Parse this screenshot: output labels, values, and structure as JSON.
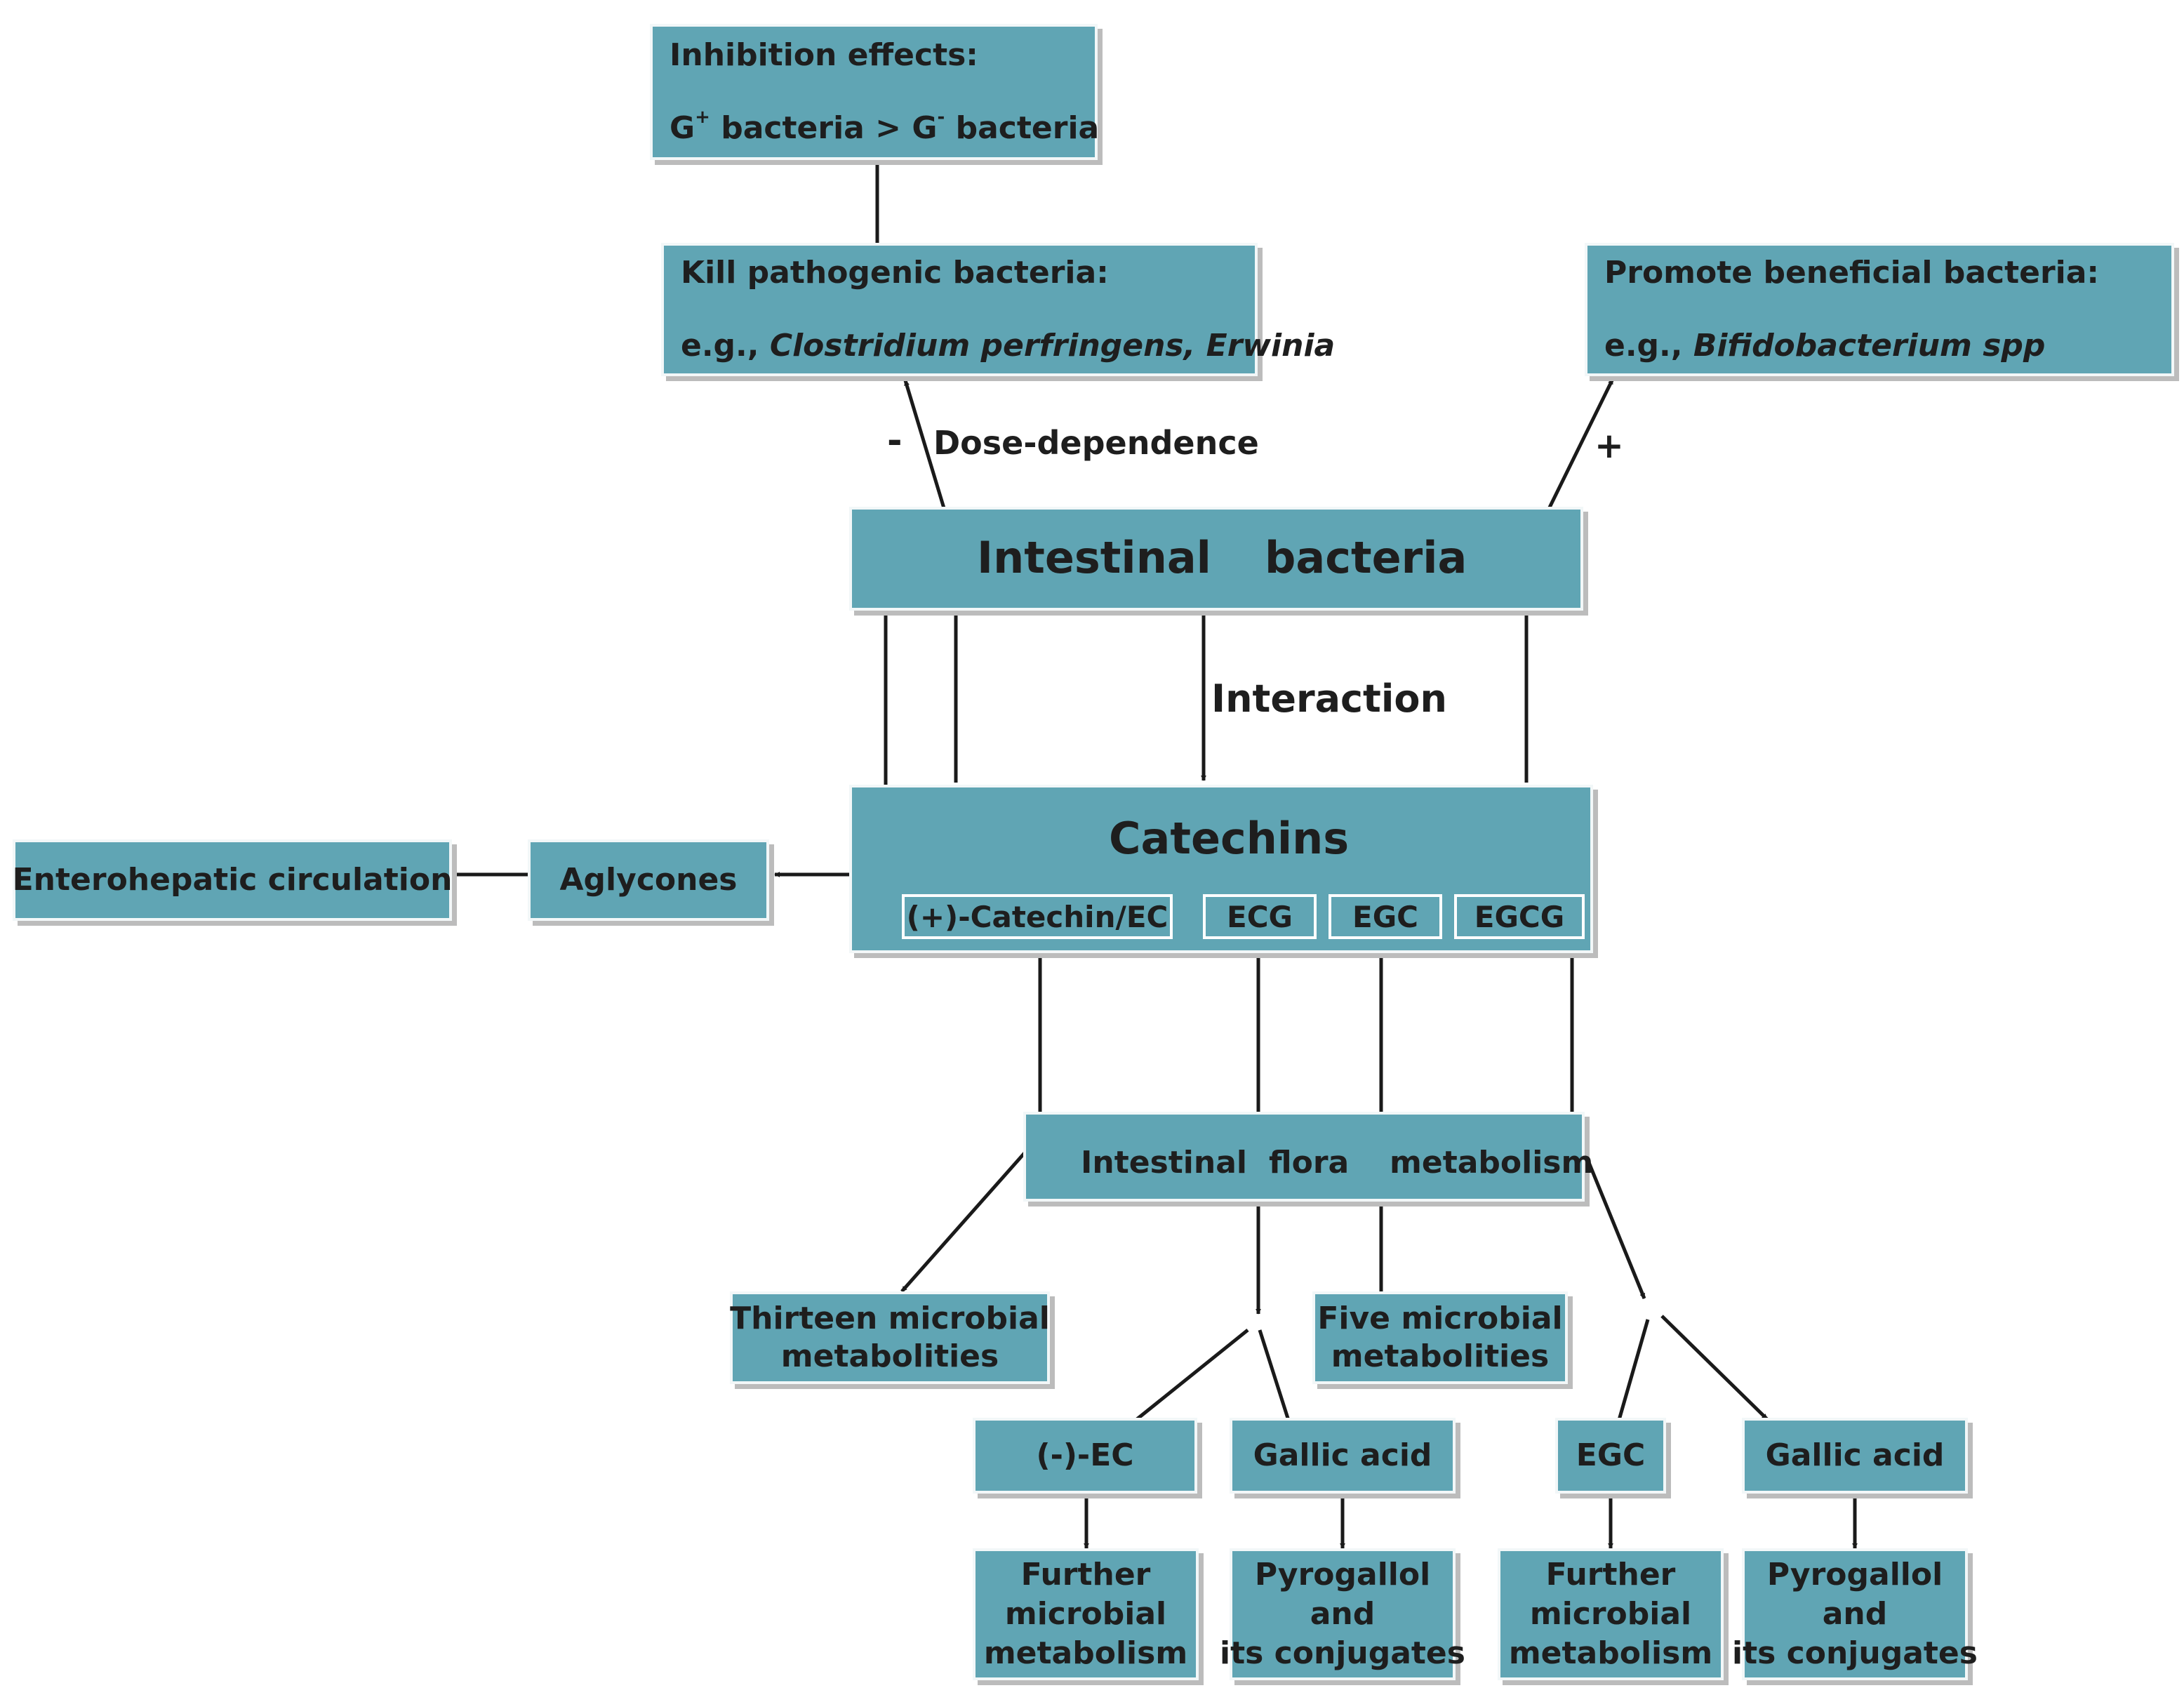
{
  "inhibition": {
    "line1": "Inhibition effects:",
    "g_plus_prefix": "G",
    "g_plus_sup": "+",
    "mid": " bacteria > G",
    "g_minus_sup": "-",
    "suffix": " bacteria"
  },
  "kill": {
    "line1": "Kill pathogenic bacteria:",
    "eg": "e.g., ",
    "species": "Clostridium perfringens, Erwinia"
  },
  "promote": {
    "line1": "Promote beneficial bacteria:",
    "eg": "e.g., ",
    "species": "Bifidobacterium spp"
  },
  "intestinal_bacteria": {
    "word1": "Intestinal",
    "word2": "bacteria"
  },
  "catechins": {
    "title": "Catechins",
    "types": [
      "(+)-Catechin/EC",
      "ECG",
      "EGC",
      "EGCG"
    ]
  },
  "aglycones": "Aglycones",
  "enterohepatic": "Enterohepatic circulation",
  "flora": {
    "word1": "Intestinal",
    "word2": "flora",
    "word3": "metabolism"
  },
  "thirteen": {
    "line1": "Thirteen microbial",
    "line2": "metabolities"
  },
  "five": {
    "line1": "Five microbial",
    "line2": "metabolities"
  },
  "products": {
    "ec": "(-)-EC",
    "gallic1": "Gallic acid",
    "egc": "EGC",
    "gallic2": "Gallic acid"
  },
  "further1": {
    "line1": "Further",
    "line2": "microbial",
    "line3": "metabolism"
  },
  "pyro1": {
    "line1": "Pyrogallol",
    "line2": "and",
    "line3": "its conjugates"
  },
  "further2": {
    "line1": "Further",
    "line2": "microbial",
    "line3": "metabolism"
  },
  "pyro2": {
    "line1": "Pyrogallol",
    "line2": "and",
    "line3": "its conjugates"
  },
  "labels": {
    "minus": "-",
    "dose": "Dose-dependence",
    "plus": "+",
    "interaction": "Interaction"
  },
  "colors": {
    "box_fill": "#60a5b4",
    "arrow": "#1a1a1a",
    "shadow": "#bcbcbc"
  }
}
